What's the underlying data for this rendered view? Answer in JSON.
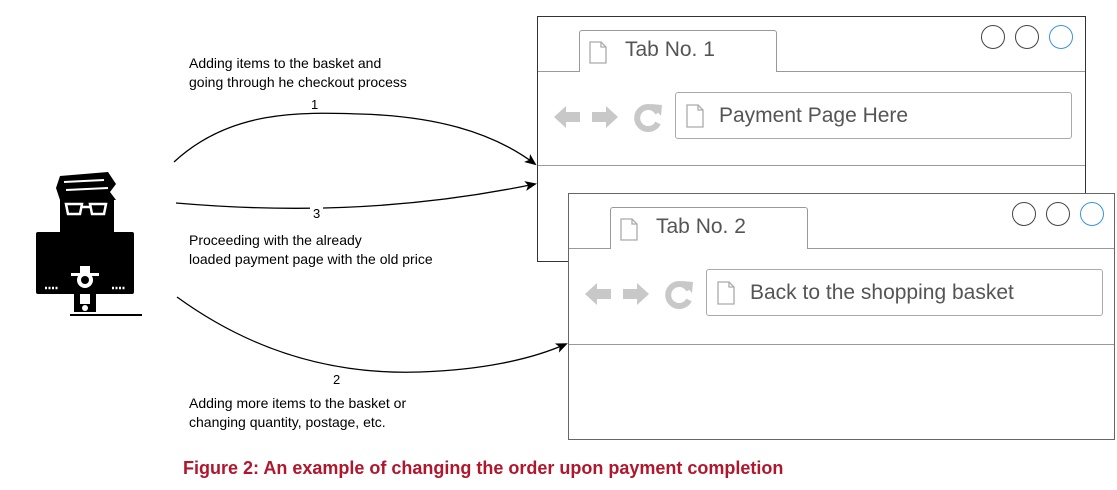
{
  "labels": {
    "step1_line1": "Adding items to the basket and",
    "step1_line2": "going through he checkout process",
    "step1_num": "1",
    "step3_num": "3",
    "step3_line1": "Proceeding with the already",
    "step3_line2": "loaded payment page with the old price",
    "step2_num": "2",
    "step2_line1": "Adding more items to the basket or",
    "step2_line2": "changing quantity, postage, etc."
  },
  "window1": {
    "tab_label": "Tab No. 1",
    "address_text": "Payment Page Here"
  },
  "window2": {
    "tab_label": "Tab No. 2",
    "address_text": "Back to the shopping basket"
  },
  "caption": "Figure 2: An example of changing the order upon payment completion",
  "icons": {
    "user": "hacker-user-icon",
    "back": "back-arrow-icon",
    "forward": "forward-arrow-icon",
    "reload": "reload-icon",
    "page": "page-icon",
    "window_controls": "window-control-icons"
  },
  "colors": {
    "caption": "#b0162c",
    "window_control_accent": "#3a94d8",
    "nav_icon": "#c8c8c8"
  }
}
